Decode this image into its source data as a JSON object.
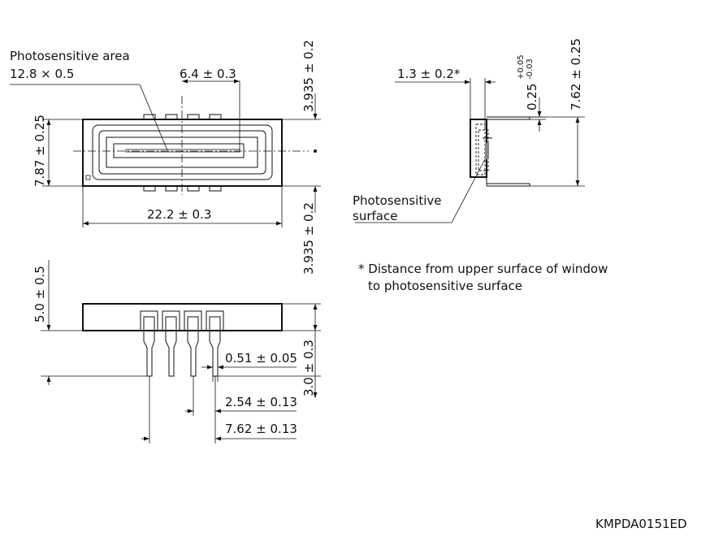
{
  "labels": {
    "photosensitive_area_title": "Photosensitive area",
    "photosensitive_area_size": "12.8 × 0.5",
    "pitch_center": "6.4 ± 0.3",
    "top_offset": "3.935 ± 0.2",
    "bottom_offset": "3.935 ± 0.2",
    "body_height": "7.87 ± 0.25",
    "body_width": "22.2 ± 0.3",
    "window_depth": "1.3 ± 0.2*",
    "lead_thickness": "0.25",
    "lead_tol_plus": "+0.05",
    "lead_tol_minus": "-0.03",
    "row_spacing": "7.62 ± 0.25",
    "photosensitive_surface_line1": "Photosensitive",
    "photosensitive_surface_line2": "surface",
    "footnote_line1": "* Distance from upper surface of window",
    "footnote_line2": "to photosensitive surface",
    "package_height": "5.0 ± 0.5",
    "lead_length": "3.0 ± 0.3",
    "lead_width": "0.51 ± 0.05",
    "lead_pitch": "2.54 ± 0.13",
    "lead_row_span": "7.62 ± 0.13",
    "drawing_code": "KMPDA0151ED"
  }
}
